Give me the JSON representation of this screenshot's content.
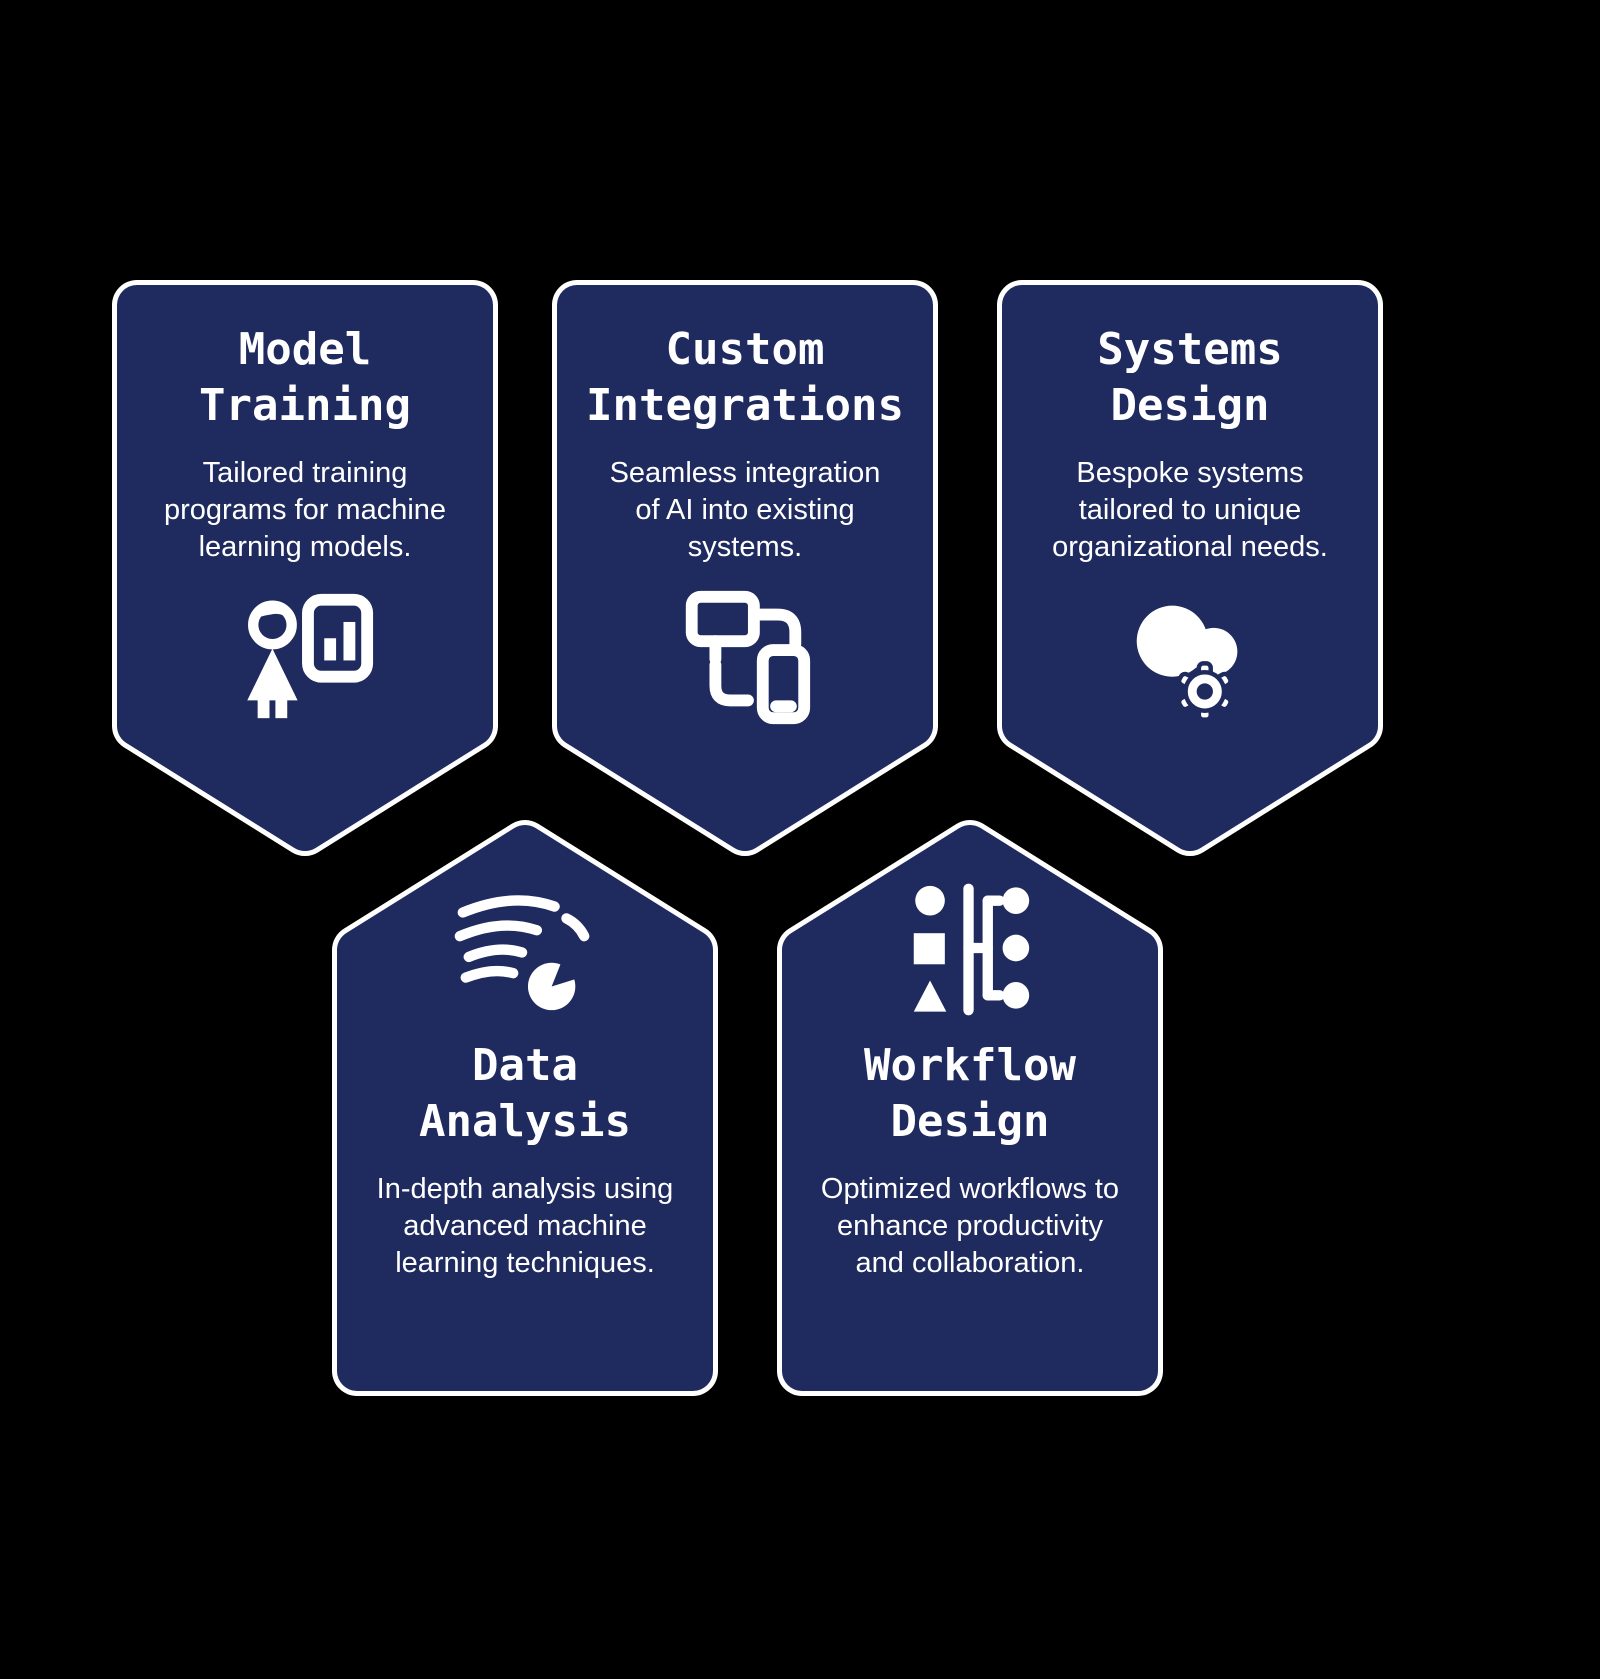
{
  "colors": {
    "background": "#000000",
    "card_bg": "#1f2a5e",
    "card_border": "#ffffff",
    "text": "#ffffff"
  },
  "cards": [
    {
      "title": "Model Training",
      "description": "Tailored training programs for machine learning models.",
      "icon": "trainer-presentation-icon"
    },
    {
      "title": "Custom Integrations",
      "description": "Seamless integration of AI into existing systems.",
      "icon": "device-integration-icon"
    },
    {
      "title": "Systems Design",
      "description": "Bespoke systems tailored to unique organizational needs.",
      "icon": "cloud-gear-icon"
    },
    {
      "title": "Data Analysis",
      "description": "In-depth analysis using advanced machine learning techniques.",
      "icon": "data-flow-pie-icon"
    },
    {
      "title": "Workflow Design",
      "description": "Optimized workflows to enhance productivity and collaboration.",
      "icon": "flowchart-icon"
    }
  ]
}
